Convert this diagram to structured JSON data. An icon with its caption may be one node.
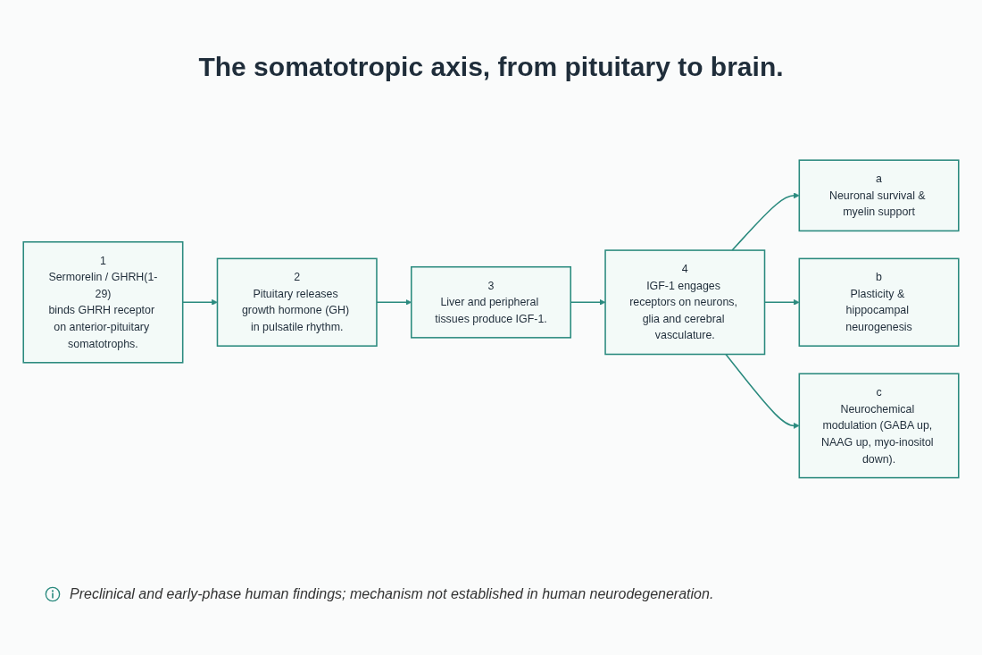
{
  "diagram": {
    "title": "The somatotropic axis, from pituitary to brain.",
    "nodes": [
      {
        "text": [
          "1",
          "Sermorelin / GHRH(1-29)",
          "binds GHRH receptor on anterior-pituitary somatotrophs."
        ]
      },
      {
        "text": [
          "2",
          "Pituitary releases growth hormone (GH) in pulsatile rhythm."
        ]
      },
      {
        "text": [
          "3",
          "Liver and peripheral tissues produce IGF-1."
        ]
      },
      {
        "text": [
          "4",
          "IGF-1 engages receptors on neurons, glia and cerebral vasculature."
        ]
      },
      {
        "text": [
          "a",
          "Neuronal survival & myelin support"
        ]
      },
      {
        "text": [
          "b",
          "Plasticity & hippocampal neurogenesis"
        ]
      },
      {
        "text": [
          "c",
          "Neurochemical modulation (GABA up, NAAG up, myo-inositol down)."
        ]
      }
    ],
    "edges": [
      {
        "from": 0,
        "to": 1,
        "arrow": "to"
      },
      {
        "from": 1,
        "to": 2,
        "arrow": "to"
      },
      {
        "from": 2,
        "to": 3,
        "arrow": "to"
      },
      {
        "from": 3,
        "to": 4,
        "arrow": "to"
      },
      {
        "from": 3,
        "to": 5,
        "arrow": "to"
      },
      {
        "from": 3,
        "to": 6,
        "arrow": "to"
      }
    ],
    "caption": "Preclinical and early-phase human findings; mechanism not established in human neurodegeneration."
  }
}
